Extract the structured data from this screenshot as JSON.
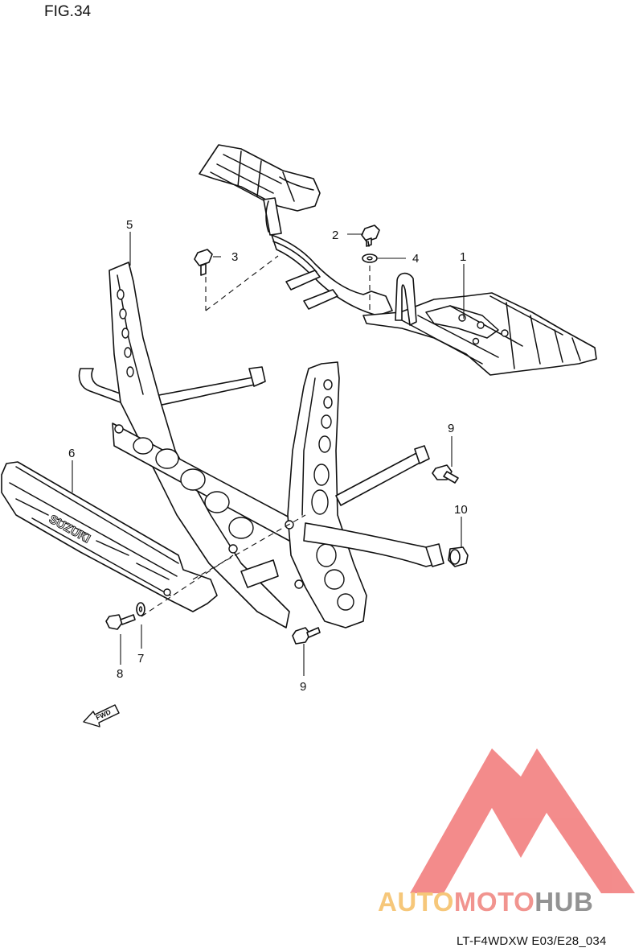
{
  "figure": {
    "title": "FIG.34",
    "code": "LT-F4WDXW E03/E28_034"
  },
  "callouts": [
    {
      "id": "c1",
      "label": "1"
    },
    {
      "id": "c2",
      "label": "2"
    },
    {
      "id": "c3",
      "label": "3"
    },
    {
      "id": "c4",
      "label": "4"
    },
    {
      "id": "c5",
      "label": "5"
    },
    {
      "id": "c6",
      "label": "6"
    },
    {
      "id": "c7",
      "label": "7"
    },
    {
      "id": "c8",
      "label": "8"
    },
    {
      "id": "c9a",
      "label": "9"
    },
    {
      "id": "c9b",
      "label": "9"
    },
    {
      "id": "c10",
      "label": "10"
    }
  ],
  "direction_arrow": {
    "label": "FWD",
    "icon": "forward-direction-arrow-icon"
  },
  "guard_emboss": "SUZUKI",
  "watermark": {
    "part1": "AUTOMOTO",
    "part2": "HUB",
    "colors": {
      "triangle": "#f06b6b",
      "auto": "#f6c36f",
      "moto": "#f08c86",
      "hub": "#8a8a8a"
    }
  }
}
